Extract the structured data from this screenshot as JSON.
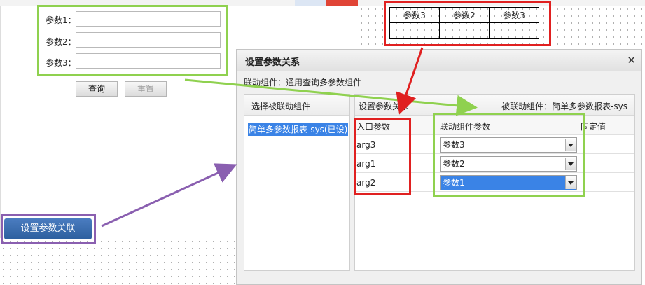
{
  "form": {
    "labels": [
      "参数1：",
      "参数2：",
      "参数3："
    ],
    "query_label": "查询",
    "reset_label": "重置"
  },
  "small_table": {
    "headers": [
      "参数3",
      "参数2",
      "参数3"
    ]
  },
  "set_relation_button": "设置参数关联",
  "dialog": {
    "title": "设置参数关系",
    "linked_component": "联动组件：通用查询多参数组件",
    "left_panel_title": "选择被联动组件",
    "left_item": "简单多参数报表-sys(已设)",
    "right_header_left": "设置参数关系",
    "right_header_right": "被联动组件：简单多参数报表-sys",
    "columns": [
      "入口参数",
      "联动组件参数",
      "固定值"
    ],
    "rows": [
      {
        "entry": "arg3",
        "param": "参数3"
      },
      {
        "entry": "arg1",
        "param": "参数2"
      },
      {
        "entry": "arg2",
        "param": "参数1"
      }
    ]
  },
  "colors": {
    "highlight_green": "#8fd14f",
    "highlight_red": "#e02020",
    "highlight_purple": "#8a5fb0",
    "selection_blue": "#3a83e6",
    "button_blue": "#2d5f9e"
  }
}
